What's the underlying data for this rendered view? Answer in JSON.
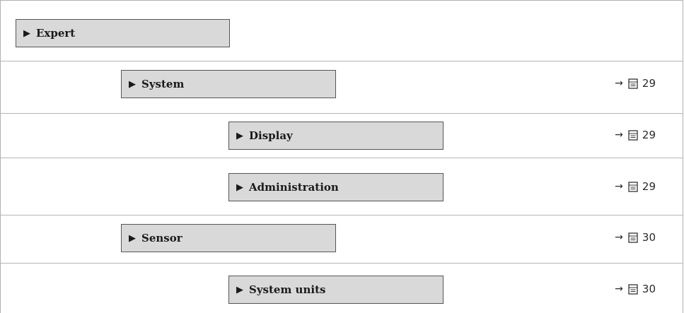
{
  "menu": {
    "items": [
      {
        "label": "Expert",
        "level": 0,
        "page": ""
      },
      {
        "label": "System",
        "level": 1,
        "page": "29"
      },
      {
        "label": "Display",
        "level": 2,
        "page": "29"
      },
      {
        "label": "Administration",
        "level": 2,
        "page": "29"
      },
      {
        "label": "Sensor",
        "level": 1,
        "page": "30"
      },
      {
        "label": "System units",
        "level": 2,
        "page": "30"
      }
    ],
    "triangle_glyph": "▶",
    "arrow_glyph": "→",
    "book_icon": "book-icon"
  }
}
